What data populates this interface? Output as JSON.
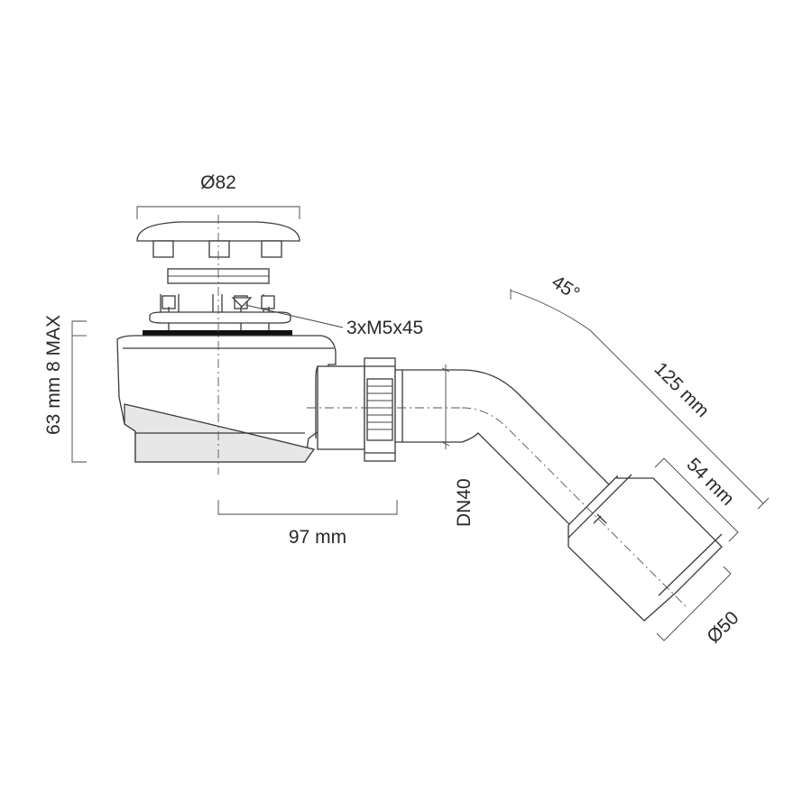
{
  "dimensions": {
    "cap_diameter": "Ø82",
    "screws": "3xM5x45",
    "height": "63 mm 8 MAX",
    "offset": "97 mm",
    "connector": "DN40",
    "angle": "45°",
    "pipe_length": "125 mm",
    "sleeve_length": "54 mm",
    "outlet_diameter": "Ø50"
  },
  "colors": {
    "line": "#3a3a3a",
    "gasket": "#111111",
    "background": "#ffffff"
  }
}
